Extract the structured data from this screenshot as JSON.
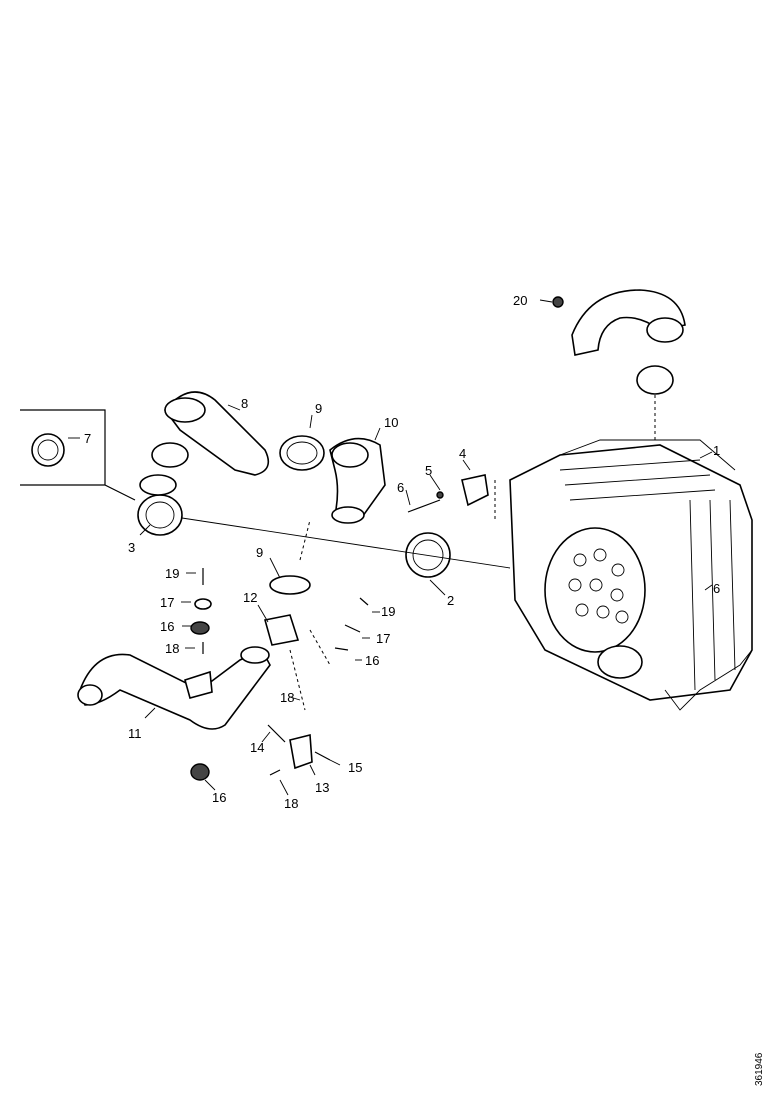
{
  "diagram": {
    "callouts": {
      "c1": "1",
      "c2": "2",
      "c3": "3",
      "c4": "4",
      "c5": "5",
      "c6a": "6",
      "c6b": "6",
      "c7": "7",
      "c8": "8",
      "c9a": "9",
      "c9b": "9",
      "c10": "10",
      "c11": "11",
      "c12": "12",
      "c13": "13",
      "c14": "14",
      "c15": "15",
      "c16a": "16",
      "c16b": "16",
      "c16c": "16",
      "c17a": "17",
      "c17b": "17",
      "c18a": "18",
      "c18b": "18",
      "c18c": "18",
      "c19a": "19",
      "c19b": "19",
      "c20": "20"
    },
    "reference_number": "361946"
  }
}
